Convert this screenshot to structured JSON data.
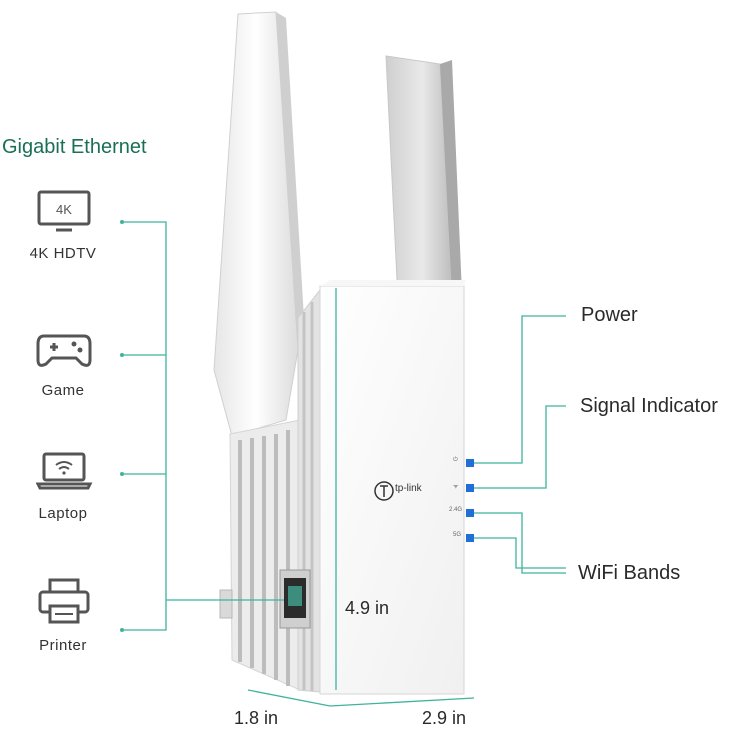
{
  "heading": "Gigabit Ethernet",
  "devices": [
    {
      "label": "4K HDTV",
      "icon": "tv-icon",
      "screen_text": "4K"
    },
    {
      "label": "Game",
      "icon": "gamepad-icon"
    },
    {
      "label": "Laptop",
      "icon": "laptop-wifi-icon"
    },
    {
      "label": "Printer",
      "icon": "printer-icon"
    }
  ],
  "callouts": {
    "power": "Power",
    "signal": "Signal Indicator",
    "bands": "WiFi Bands"
  },
  "dimensions": {
    "height": "4.9 in",
    "depth": "1.8 in",
    "width": "2.9 in"
  },
  "brand": "tp-link",
  "led_labels": [
    "⏻",
    "ᯤ",
    "2.4G",
    "5G"
  ],
  "colors": {
    "accent": "#3fb39c",
    "heading": "#1b6f56",
    "led": "#1f6fd6"
  }
}
